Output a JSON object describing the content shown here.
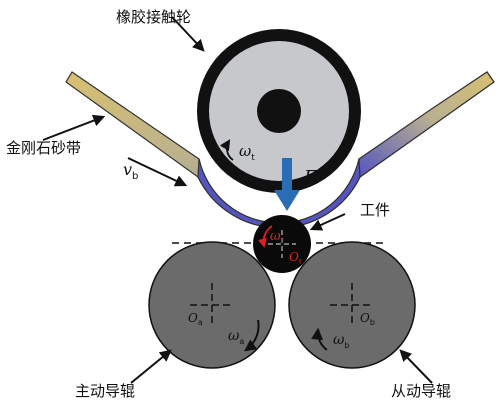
{
  "labels": {
    "contact_wheel": "橡胶接触轮",
    "abrasive_belt": "金刚石砂带",
    "workpiece": "工件",
    "driving_roller": "主动导辊",
    "driven_roller": "从动导辊"
  },
  "symbols": {
    "belt_speed_main": "v",
    "belt_speed_sub": "b",
    "force": "F",
    "omega": "ω",
    "wheel_sub": "t",
    "workpiece_sub": "r",
    "roller_a_sub": "a",
    "roller_b_sub": "b",
    "center": "O",
    "center_r_sub": "r",
    "center_a_sub": "a",
    "center_b_sub": "b"
  },
  "colors": {
    "belt_light": "#d8c070",
    "belt_dark": "#5555c0",
    "wheel_ring": "#111111",
    "wheel_face": "#c6c8cb",
    "roller_fill": "#6b6b6b",
    "force_arrow": "#2a6db5",
    "workpiece_marks": "#e02020"
  }
}
